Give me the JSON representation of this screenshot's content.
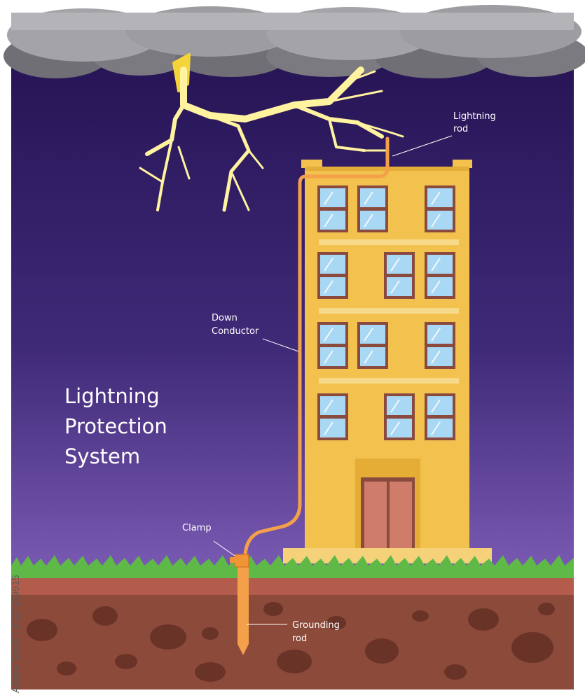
{
  "title": {
    "line1": "Lightning",
    "line2": "Protection",
    "line3": "System"
  },
  "labels": {
    "lightning_rod": [
      "Lightning",
      "rod"
    ],
    "down_conductor": [
      "Down",
      "Conductor"
    ],
    "clamp": "Clamp",
    "grounding_rod": [
      "Grounding",
      "rod"
    ]
  },
  "watermark": {
    "stock_id": "Adobe Stock | #327159915"
  },
  "colors": {
    "sky_top": "#231150",
    "sky_bottom": "#7a5ab3",
    "building": "#f2c14e",
    "conductor": "#f4a04a",
    "grass": "#5fb947",
    "soil": "#8c4a3a",
    "bolt": "#fff3a0"
  }
}
